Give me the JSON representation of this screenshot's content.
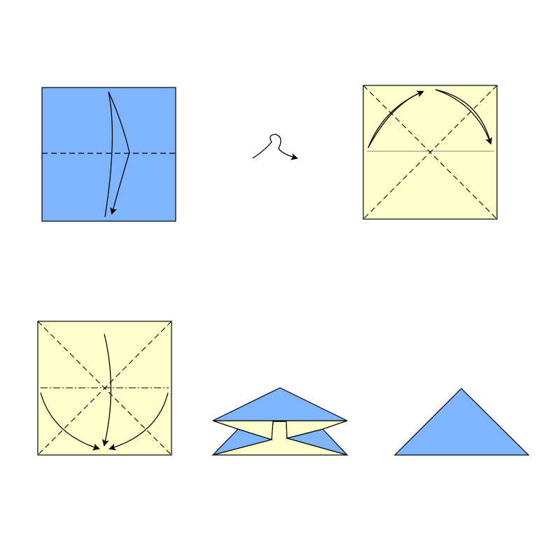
{
  "diagram": {
    "steps": [
      {
        "id": 1,
        "paper_side": "colored",
        "action": "valley-fold-in-half-and-unfold"
      },
      {
        "id": 2,
        "action": "turn-over"
      },
      {
        "id": 3,
        "paper_side": "white",
        "action": "valley-fold-diagonals-and-unfold"
      },
      {
        "id": 4,
        "paper_side": "white",
        "action": "collapse-waterbomb-base"
      },
      {
        "id": 5,
        "action": "collapsing-in-progress"
      },
      {
        "id": 6,
        "action": "finished-waterbomb-base"
      }
    ]
  },
  "colors": {
    "paper_colored": "#7fb5ff",
    "paper_white": "#ffffcc",
    "line": "#000000",
    "crease_light": "#999999",
    "background": "#ffffff"
  }
}
